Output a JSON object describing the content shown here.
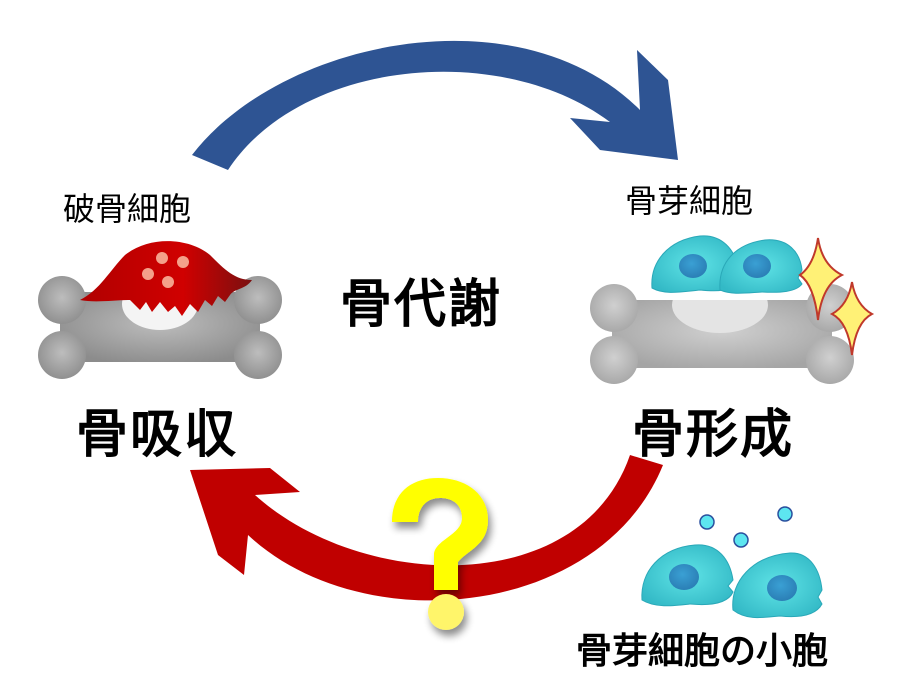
{
  "title": "骨代謝",
  "left": {
    "cell_label": "破骨細胞",
    "process_label": "骨吸収"
  },
  "right": {
    "cell_label": "骨芽細胞",
    "process_label": "骨形成"
  },
  "bottom_right": {
    "label": "骨芽細胞の小胞"
  },
  "arrows": {
    "top": {
      "from": "骨吸収",
      "to": "骨形成",
      "color": "#2E5493"
    },
    "bottom": {
      "from": "骨形成",
      "to": "骨吸収",
      "color": "#C00000",
      "annotation": "?"
    }
  },
  "colors": {
    "bone": "#9a9a9a",
    "osteoclast": "#C00000",
    "osteoclast_nuclei": "#F4A08A",
    "osteoblast": "#4DD6DB",
    "osteoblast_nucleus": "#2A8FC4",
    "sparkle": "#FFF176",
    "question": "#FFFF00"
  }
}
